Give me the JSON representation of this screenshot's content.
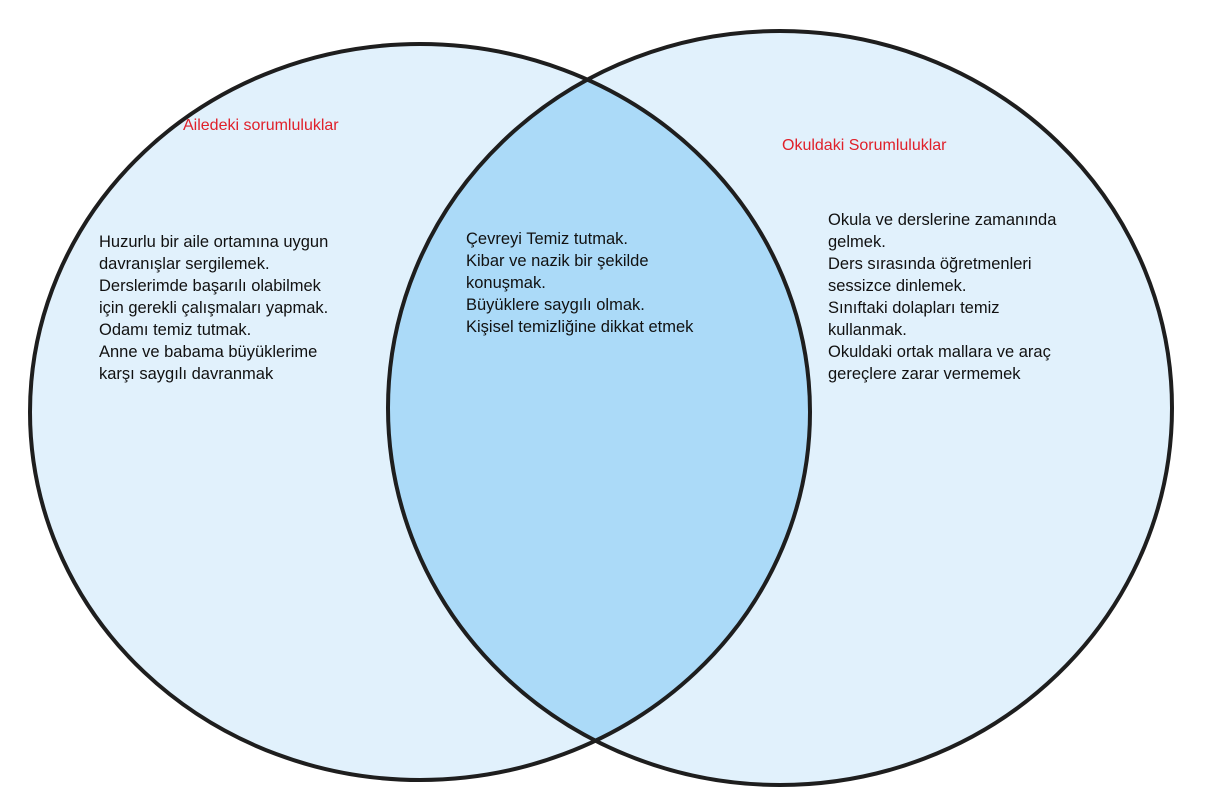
{
  "colors": {
    "circle_fill": "#e1f1fc",
    "overlap_fill": "#abdaf8",
    "stroke": "#1e1e1e",
    "title": "#e0202a"
  },
  "left": {
    "title": "Ailedeki sorumluluklar",
    "lines": [
      "Huzurlu bir aile ortamına uygun",
      "davranışlar sergilemek.",
      "Derslerimde başarılı olabilmek",
      "için gerekli çalışmaları yapmak.",
      "Odamı temiz tutmak.",
      "Anne ve babama büyüklerime",
      "karşı saygılı davranmak"
    ]
  },
  "middle": {
    "lines": [
      "Çevreyi Temiz tutmak.",
      "Kibar ve nazik bir şekilde",
      "konuşmak.",
      "Büyüklere saygılı olmak.",
      "Kişisel temizliğine dikkat etmek"
    ]
  },
  "right": {
    "title": "Okuldaki Sorumluluklar",
    "lines": [
      "Okula ve derslerine zamanında",
      "gelmek.",
      "Ders sırasında öğretmenleri",
      "sessizce dinlemek.",
      "Sınıftaki dolapları temiz",
      "kullanmak.",
      "Okuldaki ortak mallara ve araç",
      "gereçlere zarar vermemek"
    ]
  }
}
